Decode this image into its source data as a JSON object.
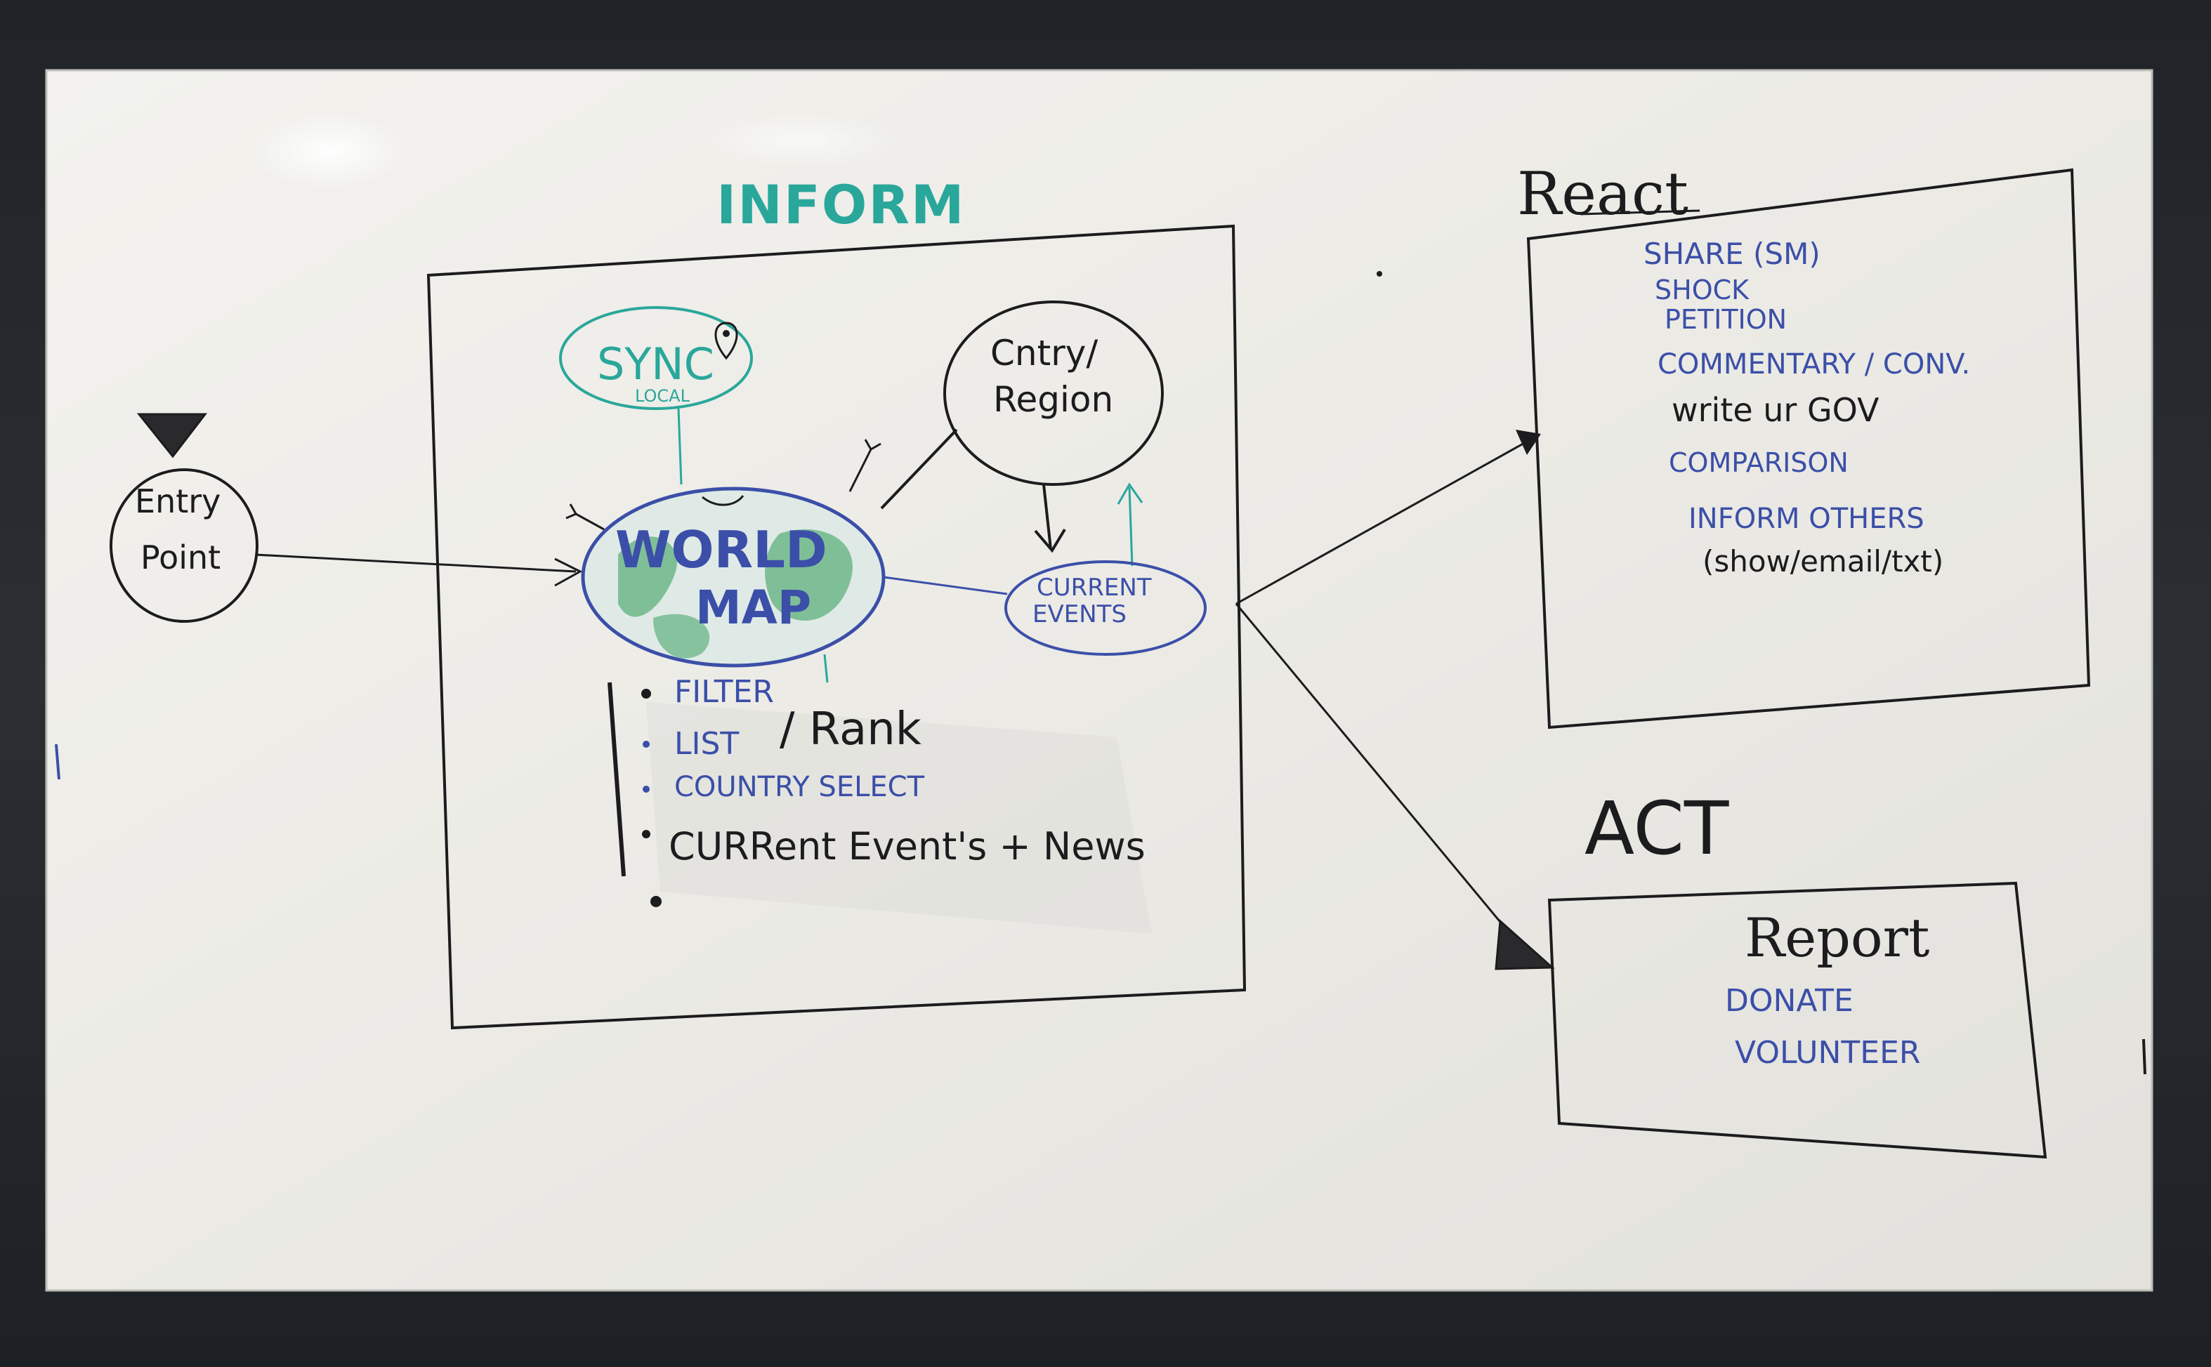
{
  "board": {
    "inform_title": "INFORM",
    "react_title": "React",
    "act_title": "ACT",
    "entry_point": [
      "Entry",
      "Point"
    ],
    "sync_local": {
      "main": "SYNC",
      "sub": "LOCAL"
    },
    "country_region": [
      "Cntry/",
      "Region"
    ],
    "world_map": [
      "WORLD",
      "MAP"
    ],
    "current_events": [
      "CURRENT",
      "EVENTS"
    ],
    "inform_list": {
      "filter": "FILTER",
      "list": "LIST",
      "rank": "/ Rank",
      "country_select": "COUNTRY SELECT",
      "current_events_news": "CURRent Event's + News"
    },
    "react_items": [
      "SHARE (SM)",
      "SHOCK",
      "PETITION",
      "COMMENTARY / CONV.",
      "write ur GOV",
      "COMPARISON",
      "INFORM OTHERS",
      "(show/email/txt)"
    ],
    "act_items": {
      "report": "Report",
      "donate": "DONATE",
      "volunteer": "VOLUNTEER"
    }
  },
  "colors": {
    "board": "#ecebe6",
    "frame": "#25292d",
    "black_ink": "#1c1c1e",
    "blue_ink": "#3b4fa8",
    "teal_ink": "#2aa79b",
    "green_ink": "#2f9a55"
  }
}
